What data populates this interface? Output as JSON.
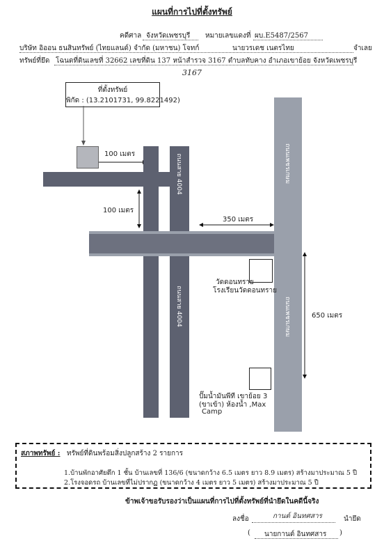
{
  "header": {
    "title": "แผนที่การไปที่ตั้งทรัพย์",
    "court_label": "คดีศาล",
    "court_value": "จังหวัดเพชรบุรี",
    "case_label": "หมายเลขแดงที่",
    "case_value": "ผบ.E5487/2567",
    "plaintiff": "บริษัท อิออน ธนสินทรัพย์ (ไทยแลนด์) จำกัด (มหาชน) โจทก์",
    "defendant": "นายวรเดช เนตรไทย",
    "defendant_role": "จำเลย",
    "asset_label": "ทรัพย์ที่ยึด",
    "asset_value": "โฉนดที่ดินเลขที่ 32662 เลขที่ดิน 137 หน้าสำรวจ 3167 ตำบลทับคาง อำเภอเขาย้อย จังหวัดเพชรบุรี",
    "handwritten_note": "3167"
  },
  "map": {
    "location_title": "ที่ตั้งทรัพย์",
    "coords": "พิกัด : (13.2101731, 99.8221492)",
    "dist_100_h": "100 เมตร",
    "dist_100_v": "100 เมตร",
    "dist_350": "350 เมตร",
    "dist_650": "650 เมตร",
    "road_4004_top": "ถนนสาย 4004",
    "road_4004_bottom": "ถนนสาย 4004",
    "highway_top": "ถนนเพชรเกษม",
    "highway_bottom": "ถนนเพชรเกษม",
    "temple_label_1": "วัดดอนทราย",
    "temple_label_2": "โรงเรียนวัดดอนทราย",
    "gas_label_1": "ปั๊มน้ำมันพีที เขาย้อย 3",
    "gas_label_2": "(ขาเข้า) ห้องน้ำ ,Max",
    "gas_label_3": "Camp"
  },
  "condition": {
    "label": "สภาพทรัพย์ :",
    "summary": "ทรัพย์ที่ดินพร้อมสิ่งปลูกสร้าง 2 รายการ",
    "item1": "1.บ้านพักอาศัยตึก 1 ชั้น บ้านเลขที่ 136/6 (ขนาดกว้าง 6.5 เมตร ยาว 8.9 เมตร) สร้างมาประมาณ 5 ปี",
    "item2": "2.โรงจอดรถ บ้านเลขที่ไม่ปรากฏ (ขนาดกว้าง 4 เมตร ยาว 5 เมตร) สร้างมาประมาณ 5 ปี"
  },
  "footer": {
    "certify": "ข้าพเจ้าขอรับรองว่าเป็นแผนที่การไปที่ตั้งทรัพย์ที่นำยึดในคดีนี้จริง",
    "sign_label": "ลงชื่อ",
    "signature": "กานต์ อินทศสาร",
    "sign_role": "นำยึด",
    "open_paren": "(",
    "printed_name": "นายกานต์ อินทศสาร",
    "close_paren": ")"
  }
}
